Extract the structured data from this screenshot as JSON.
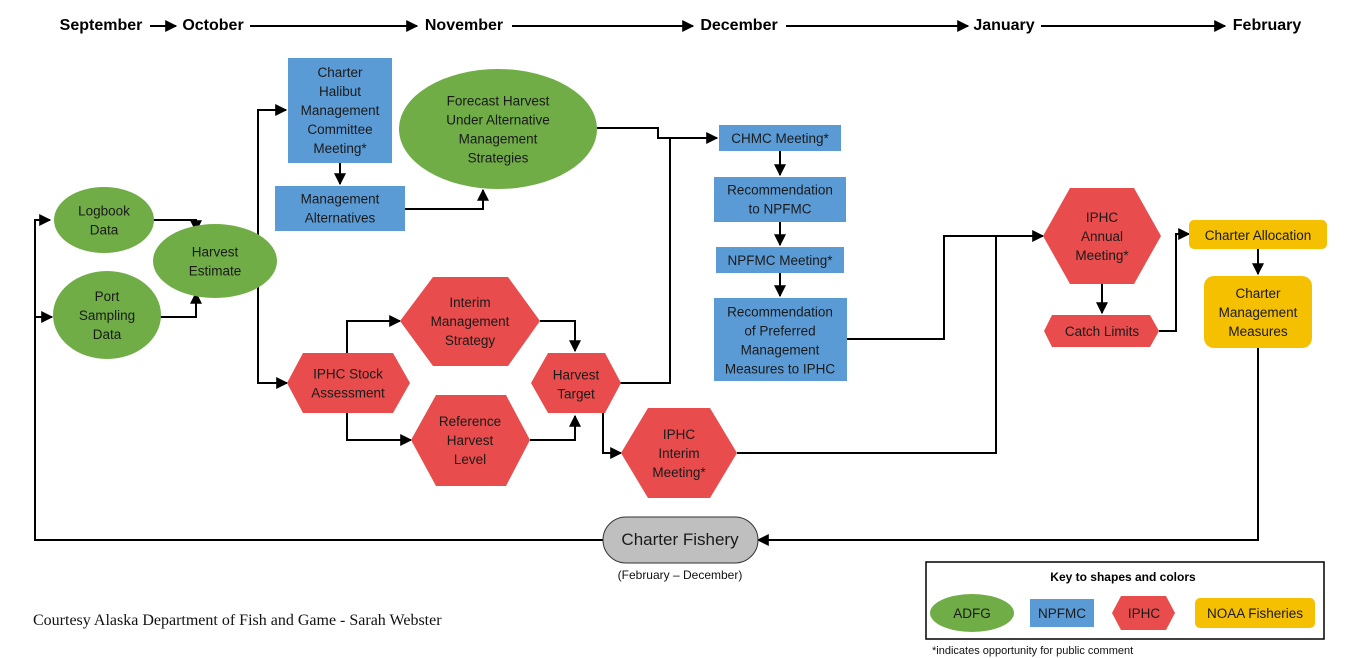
{
  "colors": {
    "adfg": "#70ad47",
    "npfmc": "#5b9bd5",
    "iphc": "#e84c4c",
    "noaa": "#f5c000",
    "fishery": "#bfbfbf",
    "line": "#000000"
  },
  "timeline": {
    "months": [
      "September",
      "October",
      "November",
      "December",
      "January",
      "February"
    ]
  },
  "nodes": {
    "logbook": {
      "lines": [
        "Logbook",
        "Data"
      ]
    },
    "port": {
      "lines": [
        "Port",
        "Sampling",
        "Data"
      ]
    },
    "harvest_estimate": {
      "lines": [
        "Harvest",
        "Estimate"
      ]
    },
    "chmc_committee": {
      "lines": [
        "Charter",
        "Halibut",
        "Management",
        "Committee",
        "Meeting*"
      ]
    },
    "mgmt_alternatives": {
      "lines": [
        "Management",
        "Alternatives"
      ]
    },
    "forecast": {
      "lines": [
        "Forecast Harvest",
        "Under Alternative",
        "Management",
        "Strategies"
      ]
    },
    "chmc_meeting": {
      "lines": [
        "CHMC Meeting*"
      ]
    },
    "rec_npfmc": {
      "lines": [
        "Recommendation",
        "to NPFMC"
      ]
    },
    "npfmc_meeting": {
      "lines": [
        "NPFMC Meeting*"
      ]
    },
    "rec_preferred": {
      "lines": [
        "Recommendation",
        "of Preferred",
        "Management",
        "Measures to IPHC"
      ]
    },
    "interim_strategy": {
      "lines": [
        "Interim",
        "Management",
        "Strategy"
      ]
    },
    "stock_assessment": {
      "lines": [
        "IPHC Stock",
        "Assessment"
      ]
    },
    "reference_harvest": {
      "lines": [
        "Reference",
        "Harvest",
        "Level"
      ]
    },
    "harvest_target": {
      "lines": [
        "Harvest",
        "Target"
      ]
    },
    "iphc_interim": {
      "lines": [
        "IPHC",
        "Interim",
        "Meeting*"
      ]
    },
    "iphc_annual": {
      "lines": [
        "IPHC",
        "Annual",
        "Meeting*"
      ]
    },
    "catch_limits": {
      "lines": [
        "Catch Limits"
      ]
    },
    "charter_allocation": {
      "lines": [
        "Charter Allocation"
      ]
    },
    "charter_measures": {
      "lines": [
        "Charter",
        "Management",
        "Measures"
      ]
    },
    "charter_fishery": {
      "lines": [
        "Charter Fishery"
      ]
    }
  },
  "fishery_period": "(February – December)",
  "credit": "Courtesy Alaska Department of Fish and Game - Sarah Webster",
  "legend": {
    "title": "Key to shapes and colors",
    "items": {
      "adfg": "ADFG",
      "npfmc": "NPFMC",
      "iphc": "IPHC",
      "noaa": "NOAA Fisheries"
    }
  },
  "footnote": "*indicates opportunity for public comment"
}
